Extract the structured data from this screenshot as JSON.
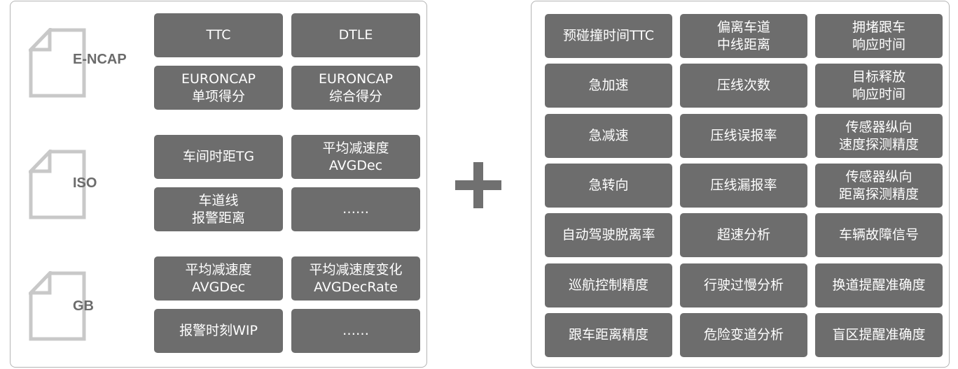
{
  "standards": [
    {
      "label": "E-NCAP",
      "metrics": [
        {
          "lines": [
            "TTC"
          ]
        },
        {
          "lines": [
            "DTLE"
          ]
        },
        {
          "lines": [
            "EURONCAP",
            "单项得分"
          ]
        },
        {
          "lines": [
            "EURONCAP",
            "综合得分"
          ]
        }
      ]
    },
    {
      "label": "ISO",
      "metrics": [
        {
          "lines": [
            "车间时距TG"
          ]
        },
        {
          "lines": [
            "平均减速度",
            "AVGDec"
          ]
        },
        {
          "lines": [
            "车道线",
            "报警距离"
          ]
        },
        {
          "lines": [
            "……"
          ]
        }
      ]
    },
    {
      "label": "GB",
      "metrics": [
        {
          "lines": [
            "平均减速度",
            "AVGDec"
          ]
        },
        {
          "lines": [
            "平均减速度变化",
            "AVGDecRate"
          ]
        },
        {
          "lines": [
            "报警时刻WIP"
          ]
        },
        {
          "lines": [
            "……"
          ]
        }
      ]
    }
  ],
  "plus_symbol": "+",
  "custom_metrics": [
    {
      "lines": [
        "预碰撞时间TTC"
      ]
    },
    {
      "lines": [
        "偏离车道",
        "中线距离"
      ]
    },
    {
      "lines": [
        "拥堵跟车",
        "响应时间"
      ]
    },
    {
      "lines": [
        "急加速"
      ]
    },
    {
      "lines": [
        "压线次数"
      ]
    },
    {
      "lines": [
        "目标释放",
        "响应时间"
      ]
    },
    {
      "lines": [
        "急减速"
      ]
    },
    {
      "lines": [
        "压线误报率"
      ]
    },
    {
      "lines": [
        "传感器纵向",
        "速度探测精度"
      ]
    },
    {
      "lines": [
        "急转向"
      ]
    },
    {
      "lines": [
        "压线漏报率"
      ]
    },
    {
      "lines": [
        "传感器纵向",
        "距离探测精度"
      ]
    },
    {
      "lines": [
        "自动驾驶脱离率"
      ]
    },
    {
      "lines": [
        "超速分析"
      ]
    },
    {
      "lines": [
        "车辆故障信号"
      ]
    },
    {
      "lines": [
        "巡航控制精度"
      ]
    },
    {
      "lines": [
        "行驶过慢分析"
      ]
    },
    {
      "lines": [
        "换道提醒准确度"
      ]
    },
    {
      "lines": [
        "跟车距离精度"
      ]
    },
    {
      "lines": [
        "危险变道分析"
      ]
    },
    {
      "lines": [
        "盲区提醒准确度"
      ]
    }
  ],
  "colors": {
    "box_fill": "#6d6d6d",
    "box_text": "#ffffff",
    "icon_stroke": "#c8c8c8",
    "label_text": "#6b6b6b",
    "panel_border": "#b4b4b4",
    "plus": "#707070"
  }
}
